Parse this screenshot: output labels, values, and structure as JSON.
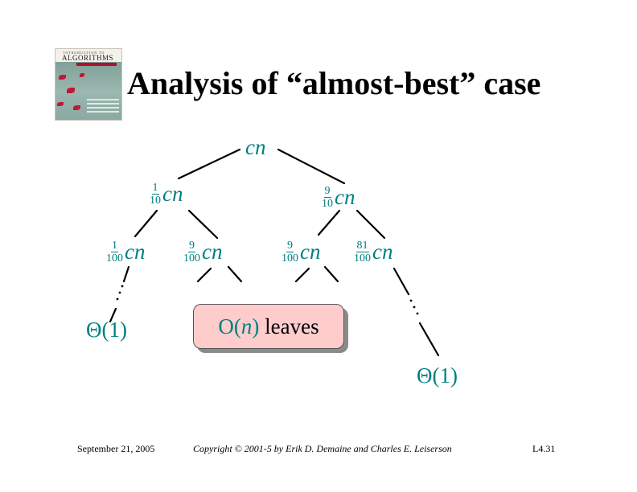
{
  "title": "Analysis of “almost-best” case",
  "cover": {
    "preline": "INTRODUCTION TO",
    "name": "ALGORITHMS"
  },
  "tree": {
    "root": "cn",
    "level1": [
      {
        "num": "1",
        "den": "10",
        "term": "cn"
      },
      {
        "num": "9",
        "den": "10",
        "term": "cn"
      }
    ],
    "level2": [
      {
        "num": "1",
        "den": "100",
        "term": "cn"
      },
      {
        "num": "9",
        "den": "100",
        "term": "cn"
      },
      {
        "num": "9",
        "den": "100",
        "term": "cn"
      },
      {
        "num": "81",
        "den": "100",
        "term": "cn"
      }
    ],
    "leaf_left": "Θ(1)",
    "leaf_right": "Θ(1)",
    "leaves_box": {
      "prefix": "O(",
      "var": "n",
      "suffix": ")",
      "word": " leaves"
    }
  },
  "colors": {
    "accent": "#008080",
    "box_fill": "#ffcccc"
  },
  "footer": {
    "date": "September 21, 2005",
    "copyright": "Copyright © 2001-5 by Erik D. Demaine and Charles E. Leiserson",
    "slide": "L4.31"
  }
}
